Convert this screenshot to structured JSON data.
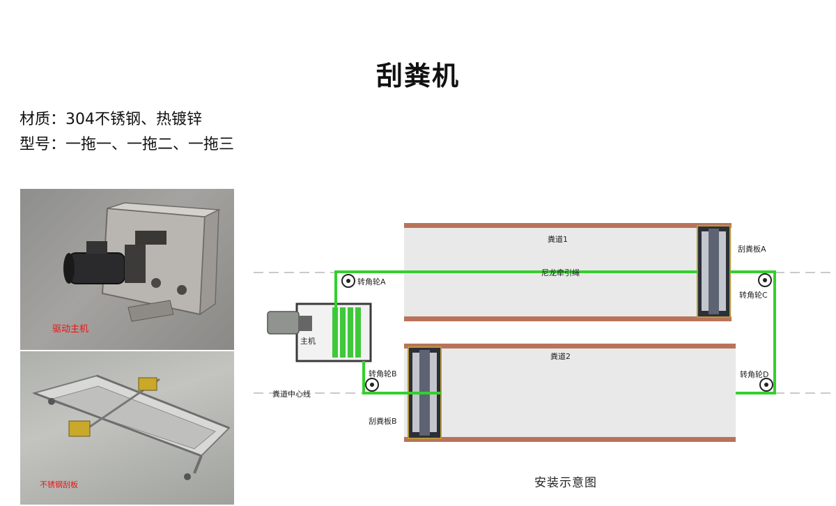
{
  "title": "刮粪机",
  "specs": {
    "material": "材质：304不锈钢、热镀锌",
    "model": "型号：一拖一、一拖二、一拖三"
  },
  "photos": {
    "drive_caption": "驱动主机",
    "scraper_caption": "不锈钢刮板"
  },
  "diagram": {
    "lane1": "粪道1",
    "lane2": "粪道2",
    "scraper_a": "刮粪板A",
    "scraper_b": "刮粪板B",
    "rope": "尼龙牵引绳",
    "wheel_a": "转角轮A",
    "wheel_b": "转角轮B",
    "wheel_c": "转角轮C",
    "wheel_d": "转角轮D",
    "host": "主机",
    "center_line": "粪道中心线",
    "title": "安装示意图"
  },
  "colors": {
    "rope": "#34d02c",
    "lane_border": "#b8735a",
    "lane_fill": "#e9e9e9",
    "caption": "#ee1111"
  }
}
